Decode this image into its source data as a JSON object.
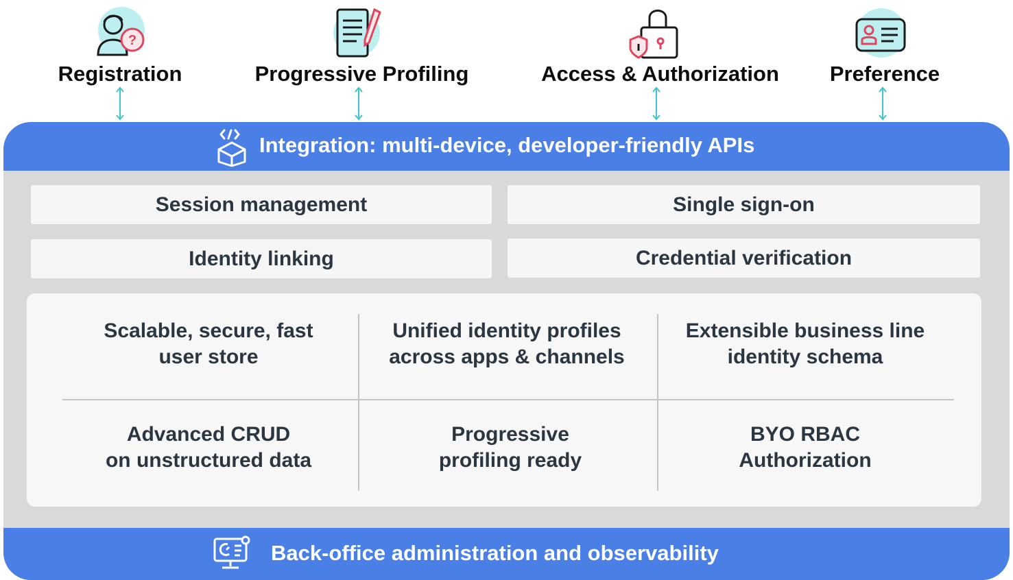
{
  "top_items": [
    {
      "label": "Registration",
      "icon": "user-question-icon"
    },
    {
      "label": "Progressive Profiling",
      "icon": "document-pen-icon"
    },
    {
      "label": "Access & Authorization",
      "icon": "padlock-shield-icon"
    },
    {
      "label": "Preference",
      "icon": "id-card-icon"
    }
  ],
  "integration": {
    "label": "Integration: multi-device, developer-friendly APIs",
    "icon": "code-box-icon"
  },
  "features": {
    "session": "Session management",
    "sso": "Single sign-on",
    "linking": "Identity linking",
    "credential": "Credential verification"
  },
  "grid": {
    "r1c1": [
      "Scalable, secure, fast",
      "user store"
    ],
    "r1c2": [
      "Unified identity profiles",
      "across apps & channels"
    ],
    "r1c3": [
      "Extensible business line",
      "identity schema"
    ],
    "r2c1": [
      "Advanced CRUD",
      "on unstructured data"
    ],
    "r2c2": [
      "Progressive",
      "profiling ready"
    ],
    "r2c3": [
      "BYO RBAC",
      "Authorization"
    ]
  },
  "backoffice": {
    "label": "Back-office administration and observability",
    "icon": "monitor-gear-icon"
  },
  "colors": {
    "accent": "#4a7fe6",
    "arrow": "#3cc6c9",
    "icon_bg": "#bdeff0",
    "icon_accent": "#e0455e"
  }
}
